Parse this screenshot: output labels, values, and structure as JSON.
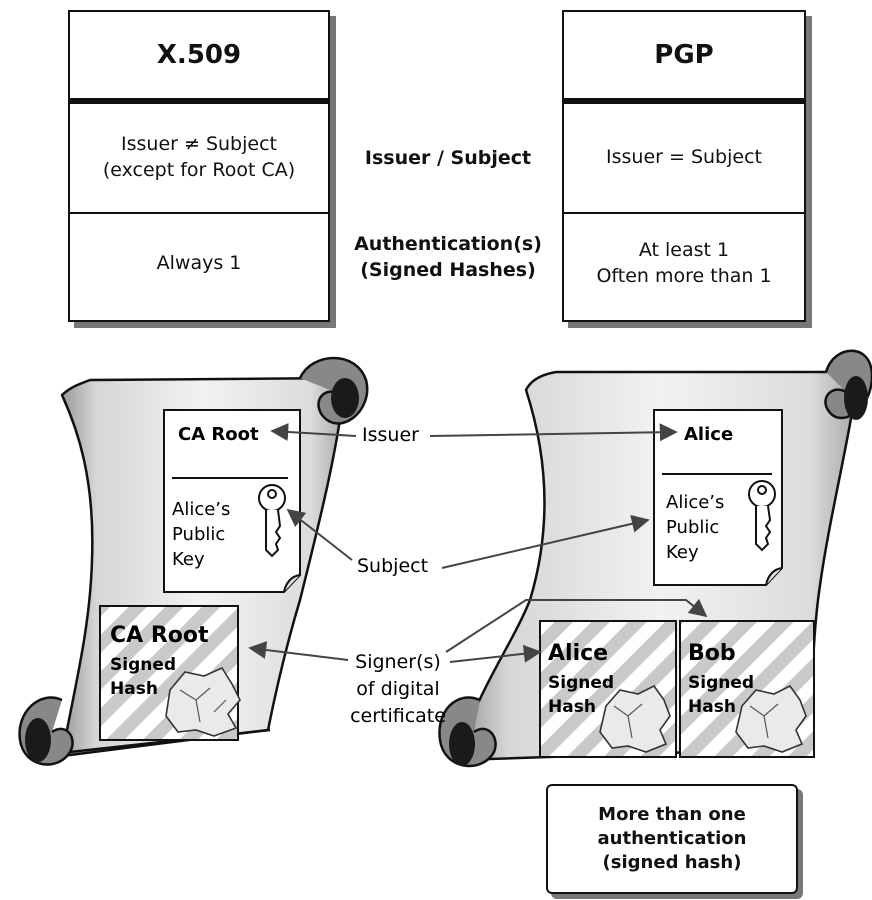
{
  "comparison": {
    "left_title": "X.509",
    "right_title": "PGP",
    "rows": [
      {
        "label_lines": [
          "Issuer / Subject"
        ],
        "left_lines": [
          "Issuer ≠ Subject",
          "(except for Root CA)"
        ],
        "right_lines": [
          "Issuer = Subject"
        ]
      },
      {
        "label_lines": [
          "Authentication(s)",
          "(Signed Hashes)"
        ],
        "left_lines": [
          "Always 1"
        ],
        "right_lines": [
          "At least 1",
          "Often more than 1"
        ]
      }
    ]
  },
  "left_scroll": {
    "issuer": "CA Root",
    "key_text": [
      "Alice’s",
      "Public",
      "Key"
    ],
    "signed": {
      "name": "CA Root",
      "line2": "Signed",
      "line3": "Hash"
    }
  },
  "right_scroll": {
    "issuer": "Alice",
    "key_text": [
      "Alice’s",
      "Public",
      "Key"
    ],
    "signed": [
      {
        "name": "Alice",
        "line2": "Signed",
        "line3": "Hash"
      },
      {
        "name": "Bob",
        "line2": "Signed",
        "line3": "Hash"
      }
    ]
  },
  "center_labels": {
    "issuer": "Issuer",
    "subject": "Subject",
    "signer": [
      "Signer(s)",
      "of digital",
      "certificate"
    ]
  },
  "note": [
    "More than one",
    "authentication",
    "(signed hash)"
  ]
}
